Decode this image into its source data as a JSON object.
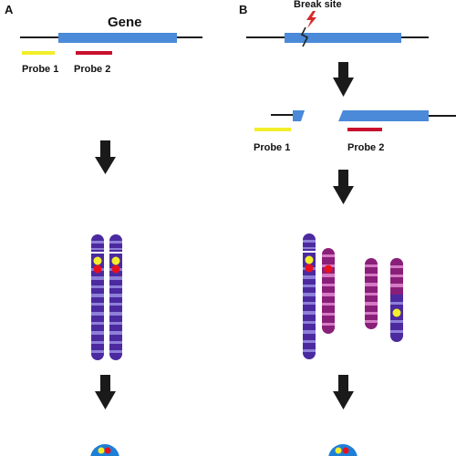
{
  "panels": [
    {
      "label": "A",
      "gene_label": "Gene",
      "probe1_label": "Probe 1",
      "probe2_label": "Probe 2"
    },
    {
      "label": "B",
      "break_label": "Break site",
      "probe1_label": "Probe 1",
      "probe2_label": "Probe 2"
    }
  ],
  "colors": {
    "gene": "#4a8ad8",
    "line": "#1a1a1a",
    "probe1": "#f2ee2a",
    "probe2": "#c8102e",
    "chromosome": "#4b2aa0",
    "translocated": "#8a1f7a",
    "arrow": "#1a1a1a",
    "break": "#d62a2a",
    "nucleus": "#1e7fd6"
  },
  "icons": [
    "lightning-icon",
    "down-arrow-icon"
  ]
}
